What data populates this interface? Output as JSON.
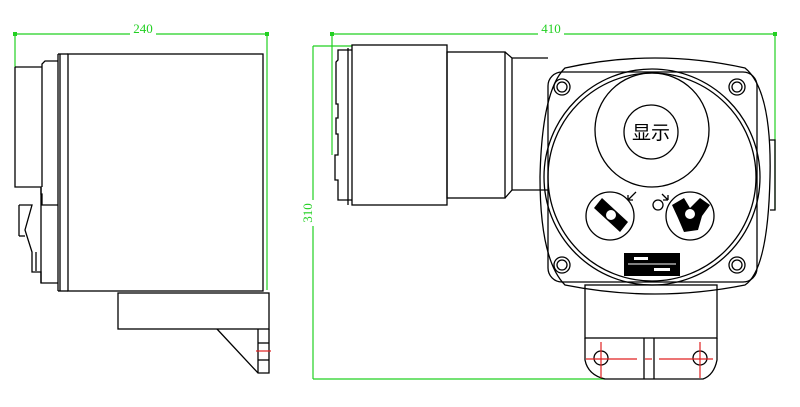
{
  "drawing": {
    "side_view": {
      "width_dimension": "240"
    },
    "front_view": {
      "width_dimension": "410",
      "height_dimension": "310",
      "display_label": "显示"
    }
  },
  "colors": {
    "dimension": "#22d022",
    "centerline": "#e02020",
    "outline": "#000000"
  }
}
